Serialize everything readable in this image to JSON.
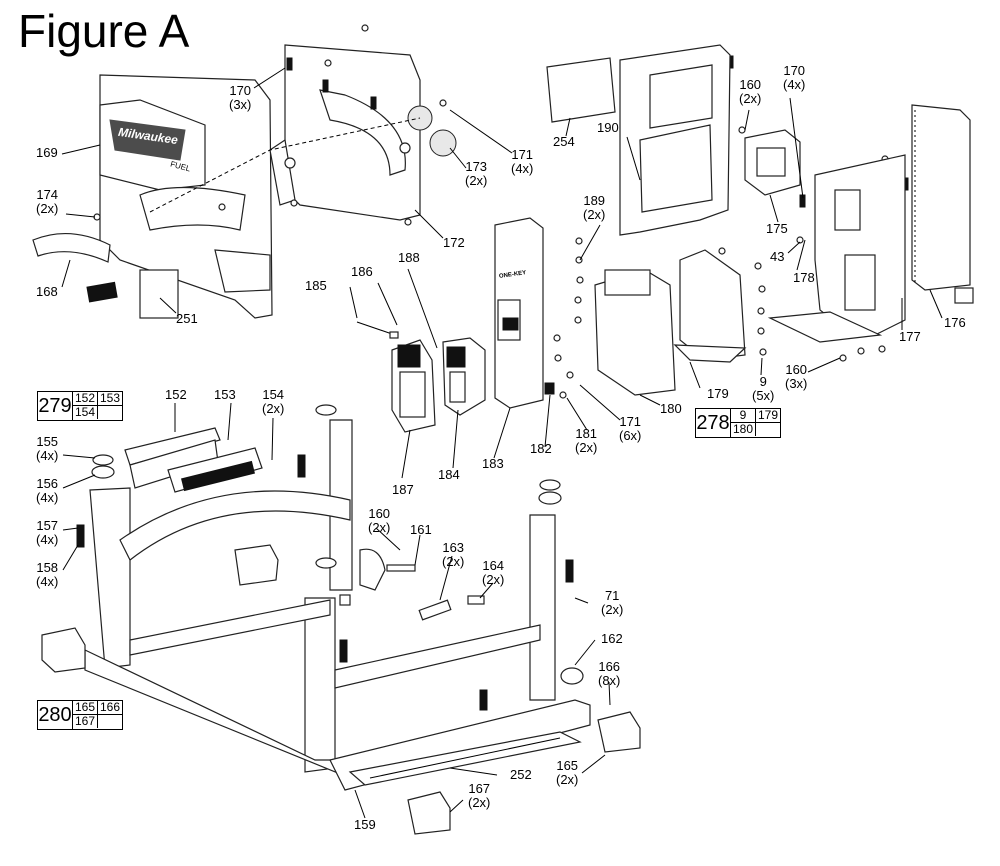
{
  "figure_title": "Figure A",
  "callouts": {
    "c169": "169",
    "c174": "174\n(2x)",
    "c168": "168",
    "c251": "251",
    "c170a": "170\n(3x)",
    "c171a": "171\n(4x)",
    "c173": "173\n(2x)",
    "c172": "172",
    "c186": "186",
    "c188": "188",
    "c185": "185",
    "c187": "187",
    "c184": "184",
    "c189": "189\n(2x)",
    "c183": "183",
    "c182": "182",
    "c181": "181\n(2x)",
    "c171b": "171\n(6x)",
    "c254": "254",
    "c190": "190",
    "c160a": "160\n(2x)",
    "c170b": "170\n(4x)",
    "c175": "175",
    "c43": "43",
    "c178": "178",
    "c177": "177",
    "c176": "176",
    "c179": "179",
    "c180": "180",
    "c9": "9\n(5x)",
    "c160b": "160\n(3x)",
    "c152": "152",
    "c153": "153",
    "c154": "154\n(2x)",
    "c155": "155\n(4x)",
    "c156": "156\n(4x)",
    "c157": "157\n(4x)",
    "c158": "158\n(4x)",
    "c160c": "160\n(2x)",
    "c161": "161",
    "c163": "163\n(2x)",
    "c164": "164\n(2x)",
    "c71": "71\n(2x)",
    "c162": "162",
    "c166": "166\n(8x)",
    "c165": "165\n(2x)",
    "c252": "252",
    "c167": "167\n(2x)",
    "c159": "159"
  },
  "kits": {
    "k279": {
      "id": "279",
      "parts": [
        "152",
        "153",
        "154",
        ""
      ]
    },
    "k278": {
      "id": "278",
      "parts": [
        "9",
        "179",
        "180",
        ""
      ]
    },
    "k280": {
      "id": "280",
      "parts": [
        "165",
        "166",
        "167",
        ""
      ]
    }
  },
  "brand_text": {
    "logo": "Milwaukee",
    "sub": "FUEL",
    "badge": "ONE-KEY"
  }
}
